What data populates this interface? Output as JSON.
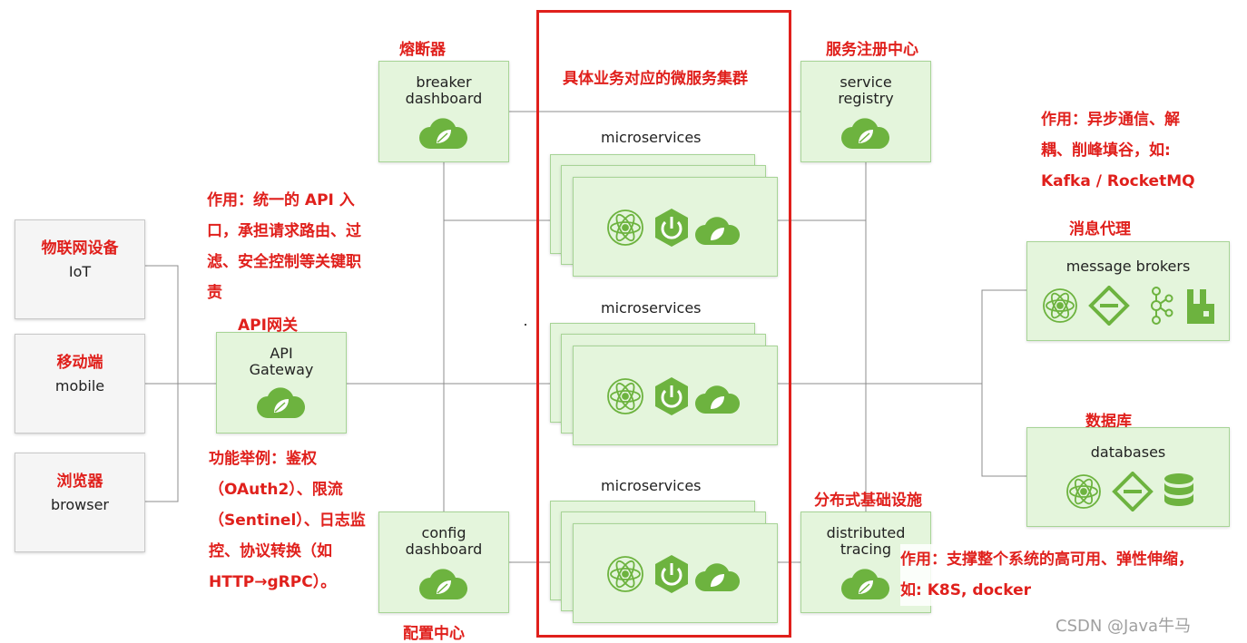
{
  "clients": {
    "iot": {
      "cn": "物联网设备",
      "en": "IoT"
    },
    "mobile": {
      "cn": "移动端",
      "en": "mobile"
    },
    "browser": {
      "cn": "浏览器",
      "en": "browser"
    }
  },
  "gateway": {
    "title": "API\nGateway",
    "label": "API网关",
    "purpose": "作用：统一的 API 入口，承担请求路由、过滤、安全控制等关键职责",
    "examples": "功能举例：鉴权（OAuth2）、限流（Sentinel）、日志监控、协议转换（如HTTP→gRPC）。"
  },
  "breaker": {
    "title": "breaker\ndashboard",
    "label": "熔断器"
  },
  "config": {
    "title": "config\ndashboard",
    "label": "配置中心"
  },
  "cluster": {
    "label": "具体业务对应的微服务集群",
    "group_label": "microservices"
  },
  "registry": {
    "title": "service\nregistry",
    "label": "服务注册中心"
  },
  "tracing": {
    "title": "distributed\ntracing",
    "label": "分布式基础设施",
    "purpose": "作用：支撑整个系统的高可用、弹性伸缩，如: K8S, docker"
  },
  "brokers": {
    "title": "message brokers",
    "label": "消息代理",
    "purpose": "作用：异步通信、解耦、削峰填谷，如: Kafka / RocketMQ"
  },
  "databases": {
    "title": "databases",
    "label": "数据库"
  },
  "watermark": "CSDN @Java牛马",
  "colors": {
    "accent_red": "#e0201c",
    "spring_green": "#6db33f",
    "box_fill": "#e4f5dc",
    "box_border": "#a7d496"
  },
  "icons": [
    "spring-leaf-icon",
    "spring-boot-icon",
    "atom-icon",
    "spring-cloud-stream-icon",
    "kafka-icon",
    "rabbitmq-icon",
    "database-icon"
  ]
}
